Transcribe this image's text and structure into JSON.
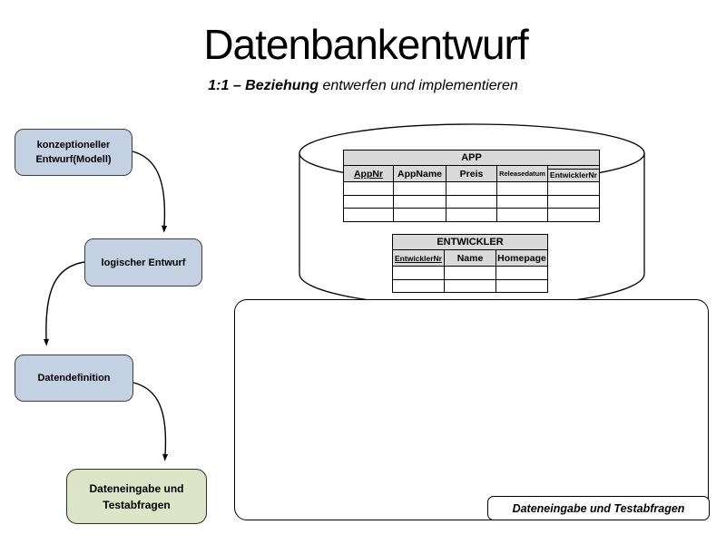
{
  "slide": {
    "title": "Datenbankentwurf",
    "subtitle_bold": "1:1 – Beziehung",
    "subtitle_rest": " entwerfen und implementieren"
  },
  "flowchart": {
    "steps": [
      {
        "label": "konzeptioneller Entwurf(Modell)"
      },
      {
        "label": "logischer Entwurf"
      },
      {
        "label": "Datendefinition"
      },
      {
        "label": "Dateneingabe und Testabfragen"
      }
    ]
  },
  "database": {
    "shape": "cylinder",
    "tables": {
      "app": {
        "title": "APP",
        "columns": [
          {
            "label": "AppNr",
            "key": "primary"
          },
          {
            "label": "AppName",
            "key": "none"
          },
          {
            "label": "Preis",
            "key": "none"
          },
          {
            "label": "Releasedatum",
            "key": "none"
          },
          {
            "label": "EntwicklerNr",
            "key": "foreign"
          }
        ],
        "empty_rows": 3
      },
      "entwickler": {
        "title": "ENTWICKLER",
        "columns": [
          {
            "label": "EntwicklerNr",
            "key": "primary"
          },
          {
            "label": "Name",
            "key": "none"
          },
          {
            "label": "Homepage",
            "key": "none"
          }
        ],
        "empty_rows": 2
      }
    }
  },
  "big_panel": {
    "label": "Dateneingabe und Testabfragen"
  },
  "colors": {
    "flow_box_blue": "#c4d1e3",
    "flow_box_green": "#dce5c7",
    "table_header_gray": "#d9d9d9",
    "line_black": "#000000",
    "background": "#ffffff"
  }
}
